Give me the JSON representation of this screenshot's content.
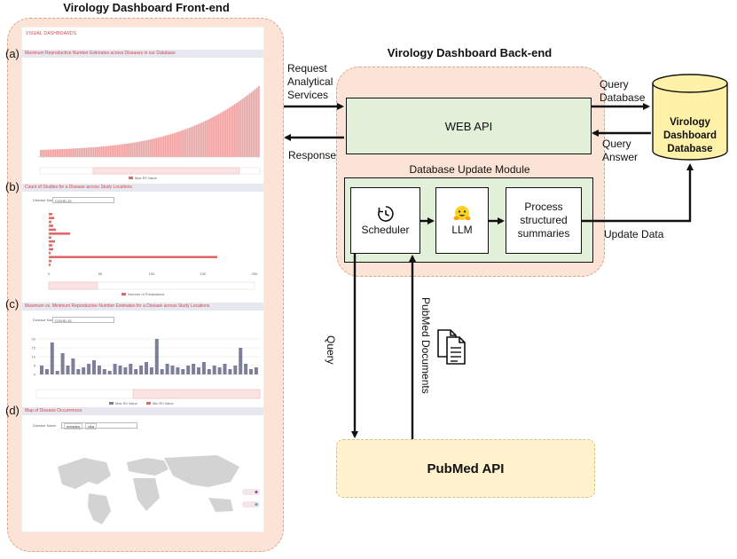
{
  "frontend": {
    "title": "Virology Dashboard Front-end",
    "app_header": "VISUAL DASHBOARDS",
    "panels": [
      {
        "label": "(a)",
        "title": "Maximum Reproductive Number Estimates across Diseases in our Database",
        "legend": "Max R0 Value"
      },
      {
        "label": "(b)",
        "title": "Count of Studies for a Disease across Study Locations",
        "filter_label": "Disease Name",
        "filter_value": "COVID-19",
        "legend": "Number of Publications",
        "x_ticks": [
          "0",
          "50",
          "100",
          "150",
          "200"
        ]
      },
      {
        "label": "(c)",
        "title": "Maximum vs. Minimum Reproductive Number Estimates for a Disease across Study Locations",
        "filter_label": "Disease Name",
        "filter_value": "COVID-19",
        "legend_a": "Max R0 Value",
        "legend_b": "Min R0 Value",
        "y_ticks": [
          "20",
          "15",
          "10",
          "5",
          "0"
        ]
      },
      {
        "label": "(d)",
        "title": "Map of Disease Occurrences",
        "filter_label": "Disease Name",
        "filter_value_a": "measles",
        "filter_value_b": "zika"
      }
    ]
  },
  "backend": {
    "title": "Virology Dashboard Back-end",
    "web_api": "WEB API",
    "db_module": "Database Update Module",
    "scheduler": "Scheduler",
    "llm": "LLM",
    "process_line1": "Process",
    "process_line2": "structured",
    "process_line3": "summaries"
  },
  "database": {
    "line1": "Virology",
    "line2": "Dashboard",
    "line3": "Database"
  },
  "pubmed_api": "PubMed API",
  "arrows": {
    "request_line1": "Request",
    "request_line2": "Analytical",
    "request_line3": "Services",
    "response": "Response",
    "query_db_line1": "Query",
    "query_db_line2": "Database",
    "query_answer_line1": "Query",
    "query_answer_line2": "Answer",
    "update_data": "Update Data",
    "query": "Query",
    "pubmed_documents": "PubMed Documents"
  },
  "colors": {
    "peach": "#fbe3d6",
    "green": "#e2efd9",
    "yellow": "#fff2cc",
    "db_yellow": "#fff2a8",
    "bar_red": "#f0a3a3",
    "bar_grey": "#7d7f9a",
    "accent_red": "#d0454f"
  }
}
